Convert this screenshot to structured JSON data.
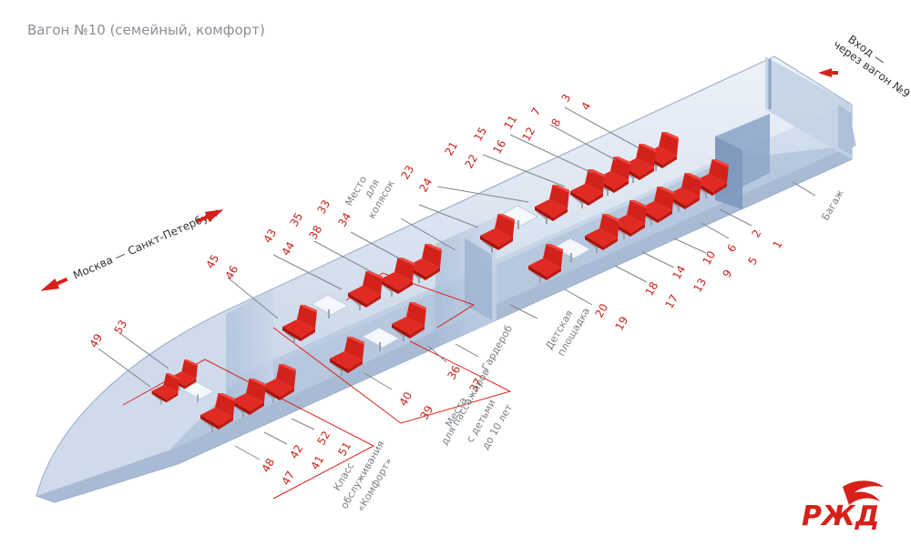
{
  "title": "Вагон №10 (семейный, комфорт)",
  "direction": {
    "route": "Москва — Санкт-Петербург"
  },
  "entrance": {
    "line1": "Вход —",
    "line2": "через вагон №9"
  },
  "labels": {
    "baggage": "Багаж",
    "stroller_1": "Место",
    "stroller_2": "для",
    "stroller_3": "колясок",
    "kids_area_1": "Детская",
    "kids_area_2": "площадка",
    "wardrobe": "Гардероб",
    "children_1": "Места",
    "children_2": "для пассажиров",
    "children_3": "с детьми",
    "children_4": "до 10 лет",
    "comfort_1": "Класс",
    "comfort_2": "обслуживания",
    "comfort_3": "«Комфорт»"
  },
  "seats": [
    "1",
    "2",
    "3",
    "4",
    "5",
    "6",
    "7",
    "8",
    "9",
    "10",
    "11",
    "12",
    "13",
    "14",
    "15",
    "16",
    "17",
    "18",
    "19",
    "20",
    "21",
    "22",
    "23",
    "24",
    "33",
    "34",
    "35",
    "36",
    "37",
    "38",
    "39",
    "40",
    "41",
    "42",
    "43",
    "44",
    "45",
    "46",
    "47",
    "48",
    "49",
    "51",
    "52",
    "53"
  ],
  "colors": {
    "accent": "#d8201a",
    "car_body": "#c9d7e9",
    "car_edge": "#9fb2cc",
    "text_gray": "#7a7f86"
  },
  "logo": "РЖД"
}
